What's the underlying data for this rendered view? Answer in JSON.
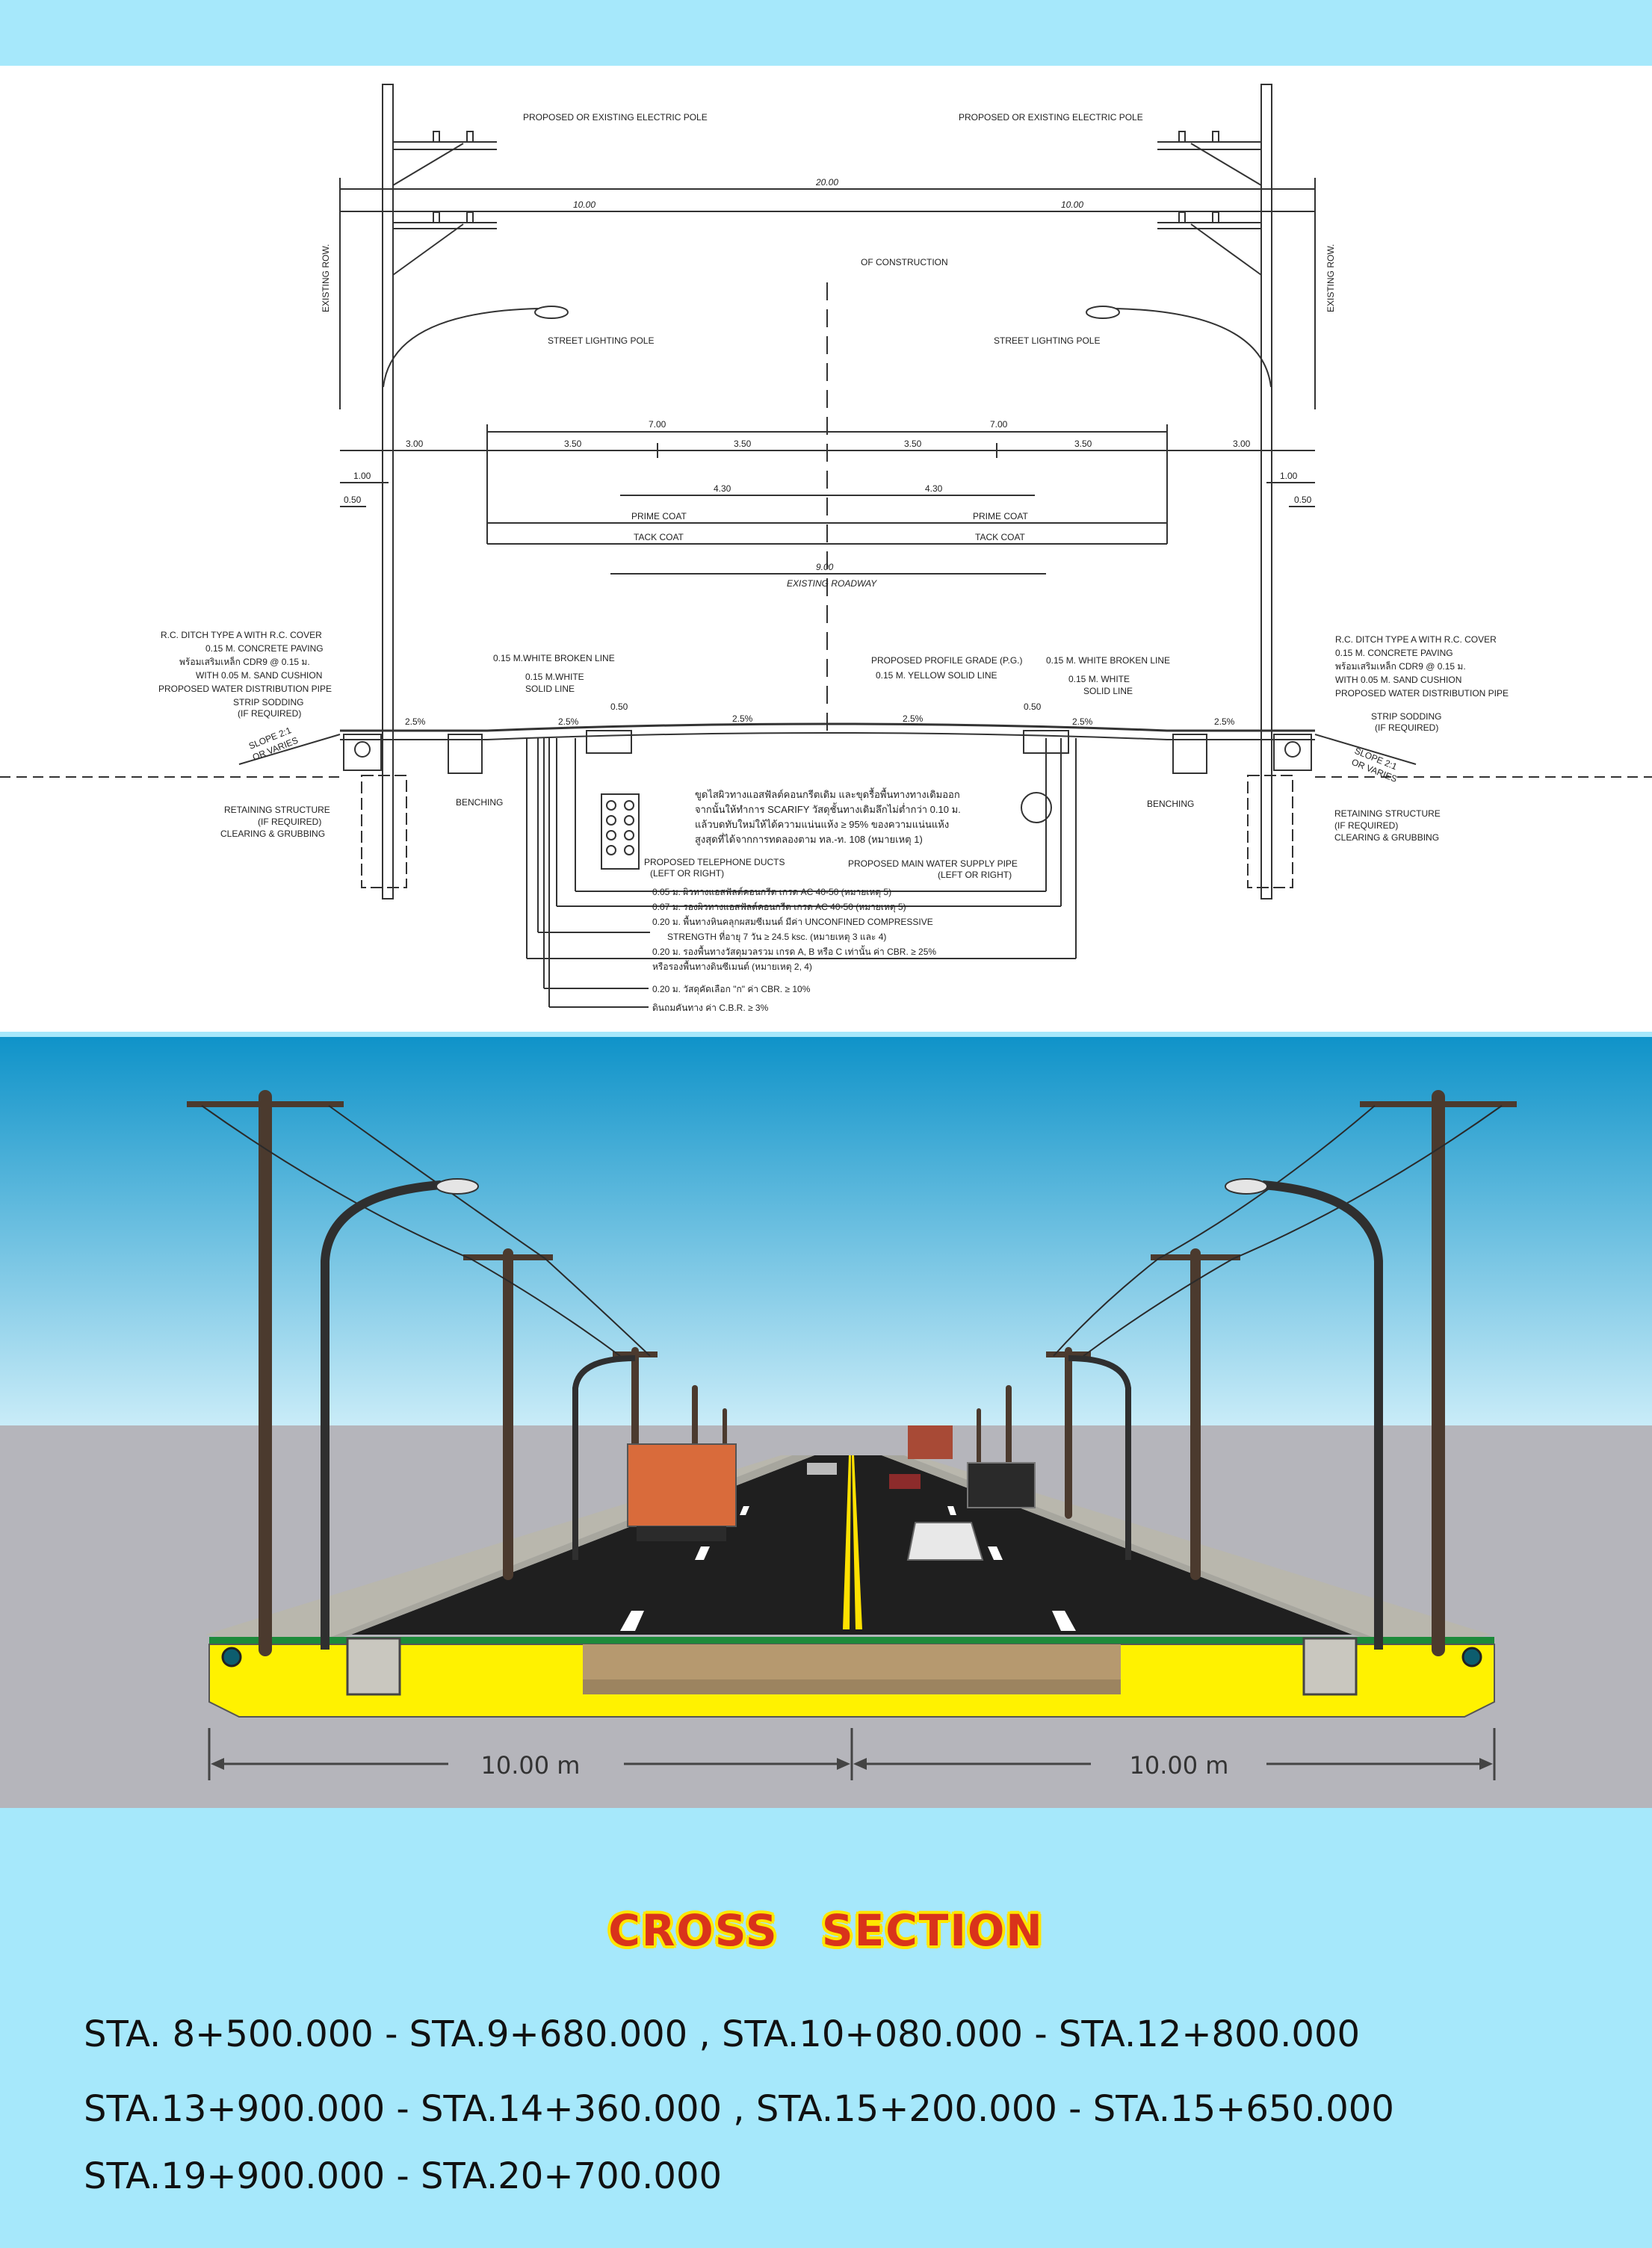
{
  "drawing": {
    "electric_pole_left": "PROPOSED OR EXISTING ELECTRIC POLE",
    "electric_pole_right": "PROPOSED OR EXISTING ELECTRIC POLE",
    "existing_row": "EXISTING ROW.",
    "centerline": "OF CONSTRUCTION",
    "street_light_left": "STREET LIGHTING POLE",
    "street_light_right": "STREET LIGHTING POLE",
    "dims": {
      "total": "20.00",
      "half_left": "10.00",
      "half_right": "10.00",
      "shoulder_left": "3.00",
      "shoulder_right": "3.00",
      "carriage_left": "7.00",
      "carriage_right": "7.00",
      "lane1": "3.50",
      "lane2": "3.50",
      "lane3": "3.50",
      "lane4": "3.50",
      "prime_left": "4.30",
      "prime_right": "4.30",
      "offset_left": "1.00",
      "offset_right": "1.00",
      "ditch_left": "0.50",
      "ditch_right": "0.50",
      "existing_width": "9.00",
      "curb_left": "0.50",
      "curb_right": "0.50"
    },
    "prime_coat": "PRIME COAT",
    "tack_coat": "TACK COAT",
    "existing_roadway": "EXISTING ROADWAY",
    "slopes": {
      "s1": "2.5%",
      "s2": "2.5%",
      "s3": "2.5%",
      "s4": "2.5%",
      "s5": "2.5%",
      "s6": "2.5%"
    },
    "left_notes": [
      "R.C. DITCH TYPE A WITH R.C. COVER",
      "0.15 M. CONCRETE PAVING",
      "พร้อมเสริมเหล็ก CDR9 @ 0.15 ม.",
      "WITH 0.05 M. SAND CUSHION",
      "PROPOSED WATER DISTRIBUTION PIPE",
      "STRIP SODDING",
      "(IF REQUIRED)"
    ],
    "right_notes": [
      "R.C. DITCH TYPE A WITH R.C. COVER",
      "0.15 M. CONCRETE PAVING",
      "พร้อมเสริมเหล็ก CDR9 @ 0.15 ม.",
      "WITH 0.05 M. SAND CUSHION",
      "PROPOSED WATER DISTRIBUTION PIPE",
      "STRIP SODDING",
      "(IF REQUIRED)"
    ],
    "slope_left": "SLOPE 2:1",
    "slope_left_2": "OR VARIES",
    "slope_right": "SLOPE 2:1",
    "slope_right_2": "OR VARIES",
    "broken_line_left": "0.15 M.WHITE BROKEN LINE",
    "solid_line_left_1": "0.15 M.WHITE",
    "solid_line_left_2": "SOLID LINE",
    "profile_grade": "PROPOSED PROFILE GRADE (P.G.)",
    "yellow_line": "0.15 M. YELLOW SOLID LINE",
    "broken_line_right": "0.15 M. WHITE BROKEN LINE",
    "solid_line_right_1": "0.15 M. WHITE",
    "solid_line_right_2": "SOLID LINE",
    "retaining_left": [
      "RETAINING STRUCTURE",
      "(IF REQUIRED)",
      "CLEARING & GRUBBING"
    ],
    "retaining_right": [
      "RETAINING STRUCTURE",
      "(IF REQUIRED)",
      "CLEARING & GRUBBING"
    ],
    "benching_left": "BENCHING",
    "benching_right": "BENCHING",
    "telephone_ducts": [
      "PROPOSED TELEPHONE DUCTS",
      "(LEFT OR RIGHT)"
    ],
    "water_supply": [
      "PROPOSED MAIN WATER SUPPLY PIPE",
      "(LEFT OR RIGHT)"
    ],
    "scarify_note": [
      "ขูดไสผิวทางแอสฟัลต์คอนกรีตเดิม และขุดรื้อพื้นทางทางเดิมออก",
      "จากนั้นให้ทำการ SCARIFY วัสดุชั้นทางเดิมลึกไม่ต่ำกว่า 0.10 ม.",
      "แล้วบดทับใหม่ให้ได้ความแน่นแห้ง ≥ 95% ของความแน่นแห้ง",
      "สูงสุดที่ได้จากการทดลองตาม ทล.-ท. 108 (หมายเหตุ 1)"
    ],
    "layers": [
      "0.05 ม. ผิวทางแอสฟัลต์คอนกรีต เกรด AC 40-50 (หมายเหตุ 5)",
      "0.07 ม. รองผิวทางแอสฟัลต์คอนกรีต เกรด AC 40-50 (หมายเหตุ 5)",
      "0.20 ม. พื้นทางหินคลุกผสมซีเมนต์ มีค่า UNCONFINED COMPRESSIVE",
      "STRENGTH ที่อายุ 7 วัน ≥ 24.5 ksc. (หมายเหตุ 3 และ 4)",
      "0.20 ม. รองพื้นทางวัสดุมวลรวม เกรด A, B หรือ C เท่านั้น ค่า CBR. ≥ 25%",
      "หรือรองพื้นทางดินซีเมนต์ (หมายเหตุ 2, 4)",
      "0.20 ม. วัสดุคัดเลือก \"ก\" ค่า CBR. ≥ 10%",
      "ดินถมคันทาง ค่า C.B.R. ≥ 3%"
    ]
  },
  "render": {
    "dim_left": "10.00 m",
    "dim_right": "10.00 m",
    "colors": {
      "sky_top": "#0f93c9",
      "sky_bottom": "#c9ecf8",
      "ground": "#b5b5bb",
      "asphalt": "#1f1f1f",
      "yellow": "#fff200",
      "concrete": "#a7a69e"
    }
  },
  "title": "CROSS SECTION",
  "stations": [
    "STA. 8+500.000 - STA.9+680.000 , STA.10+080.000 - STA.12+800.000",
    "STA.13+900.000 - STA.14+360.000 , STA.15+200.000 - STA.15+650.000",
    "STA.19+900.000 - STA.20+700.000"
  ]
}
